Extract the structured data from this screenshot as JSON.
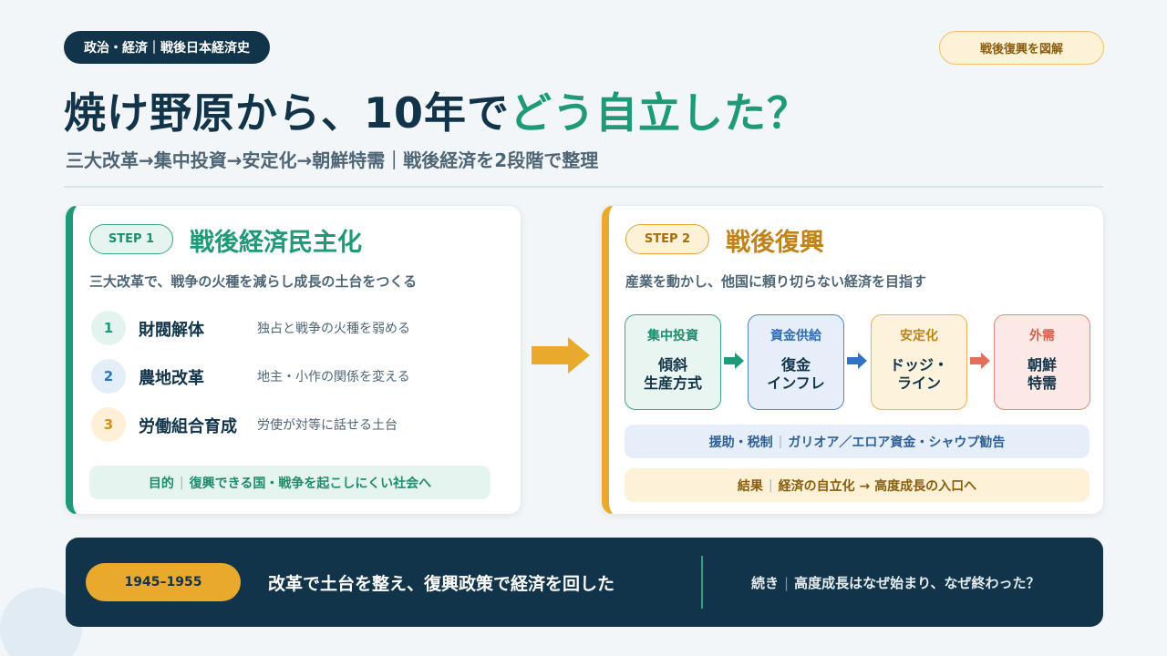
{
  "header": {
    "tag": "政治・経済｜戦後日本経済史",
    "badge": "戦後復興を図解",
    "title_main": "焼け野原から、10年で",
    "title_accent": "どう自立した？",
    "subtitle": "三大改革→集中投資→安定化→朝鮮特需｜戦後経済を2段階で整理"
  },
  "step1": {
    "label": "STEP 1",
    "title": "戦後経済民主化",
    "description": "三大改革で、戦争の火種を減らし成長の土台をつくる",
    "items": [
      {
        "num": "1",
        "name": "財閥解体",
        "desc": "独占と戦争の火種を弱める"
      },
      {
        "num": "2",
        "name": "農地改革",
        "desc": "地主・小作の関係を変える"
      },
      {
        "num": "3",
        "name": "労働組合育成",
        "desc": "労使が対等に話せる土台"
      }
    ],
    "purpose_label": "目的",
    "purpose_text": "復興できる国・戦争を起こしにくい社会へ"
  },
  "step2": {
    "label": "STEP 2",
    "title": "戦後復興",
    "description": "産業を動かし、他国に頼り切らない経済を目指す",
    "flow": [
      {
        "head": "集中投資",
        "body": "傾斜\n生産方式"
      },
      {
        "head": "資金供給",
        "body": "復金\nインフレ"
      },
      {
        "head": "安定化",
        "body": "ドッジ・\nライン"
      },
      {
        "head": "外需",
        "body": "朝鮮\n特需"
      }
    ],
    "note_blue_label": "援助・税制",
    "note_blue_text": "ガリオア／エロア資金・シャウプ勧告",
    "note_gold_label": "結果",
    "note_gold_text": "経済の自立化 → 高度成長の入口へ"
  },
  "footer": {
    "period": "1945–1955",
    "message": "改革で土台を整え、復興政策で経済を回した",
    "continue_label": "続き",
    "continue_text": "高度成長はなぜ始まり、なぜ終わった？"
  },
  "colors": {
    "navy": "#12344a",
    "green": "#1f9a78",
    "gold": "#e8a92c",
    "blue": "#4f86c6",
    "red": "#e58a7a"
  }
}
